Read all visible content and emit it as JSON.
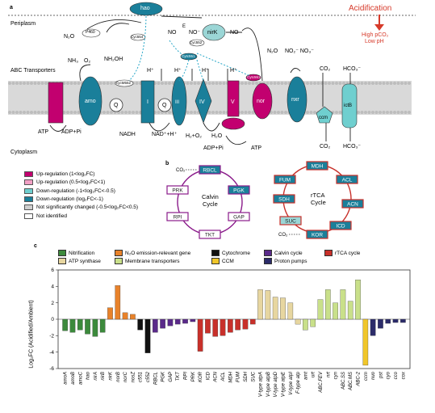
{
  "panel_a": {
    "label": "a",
    "periplasm": "Periplasm",
    "abc": "ABC Transporters",
    "cytoplasm": "Cytoplasm",
    "acidification": "Acidification",
    "high_pco2": "High pCO₂",
    "low_ph": "Low pH",
    "nodes": {
      "hao": "hao",
      "nirk": "nirK",
      "amo": "amo",
      "q1": "Q",
      "q2": "Q",
      "c1": "I",
      "c3": "III",
      "c4": "IV",
      "c5": "V",
      "nor": "nor",
      "nxr": "nxr",
      "ccm": "ccm",
      "ictb": "ictB",
      "p460": "P460",
      "cyc554": "Cyc554",
      "cyc552": "Cyc552",
      "cytc551": "Cytc551",
      "cycm552": "cycM552",
      "cytc551b": "Cytc551"
    },
    "chem": {
      "n2o_left": "N₂O",
      "no_e": "NO",
      "e": "E",
      "no_mid": "NO⁻",
      "no_right": "NO",
      "nh3": "NH₃",
      "o2": "O₂",
      "nh2oh": "NH₂OH",
      "h1": "H⁺",
      "h2": "H⁺",
      "h3": "H⁺",
      "h4": "H⁺",
      "n2o_right": "N₂O",
      "no2_no3": "NO₂⁻ NO₃⁻",
      "co2_top": "CO₂",
      "hco3_top": "HCO₃⁻",
      "atp1": "ATP",
      "adp1": "ADP+Pi",
      "nadh": "NADH",
      "nad": "NAD⁺+H⁺",
      "h2o2": "H₂+O₂",
      "h2o": "H₂O",
      "adp2": "ADP+Pi",
      "atp2": "ATP",
      "co2_bot": "CO₂",
      "hco3_bot": "HCO₃⁻"
    }
  },
  "legend_a": [
    {
      "label": "Up-regulation (1<log₂FC)",
      "color": "#c2006f"
    },
    {
      "label": "Up-regulation (0.5<log₂FC<1)",
      "color": "#f2a0c5"
    },
    {
      "label": "Down-regulation (-1<log₂FC<-0.5)",
      "color": "#6fcfcf"
    },
    {
      "label": "Down-regulation (log₂FC<-1)",
      "color": "#1a7f9a"
    },
    {
      "label": "Not significantly changed (-0.5<log₂FC<0.5)",
      "color": "#cfcfcf"
    },
    {
      "label": "Not identified",
      "color": "#ffffff"
    }
  ],
  "panel_b": {
    "label": "b",
    "calvin_title": "Calvin",
    "calvin_sub": "Cycle",
    "rtca_title": "rTCA",
    "rtca_sub": "Cycle",
    "co2_a": "CO₂",
    "co2_b": "CO₂",
    "calvin_nodes": [
      "RBCL",
      "PGK",
      "GAP",
      "TKT",
      "RPI",
      "PRK"
    ],
    "rtca_nodes": [
      "MDH",
      "ACL",
      "ACN",
      "ICD",
      "KOR",
      "SUC",
      "SDH",
      "FUM"
    ]
  },
  "panel_c": {
    "label": "c",
    "legend": [
      {
        "label": "Nitrification",
        "color": "#3c8a3c"
      },
      {
        "label": "N₂O emission-relevant gene",
        "color": "#e8822a"
      },
      {
        "label": "Cytochrome",
        "color": "#111111"
      },
      {
        "label": "Calvin cycle",
        "color": "#5a2a8a"
      },
      {
        "label": "rTCA cycle",
        "color": "#c8302a"
      },
      {
        "label": "ATP synthase",
        "color": "#e7d6a0"
      },
      {
        "label": "Membrane transporters",
        "color": "#c9e08a"
      },
      {
        "label": "CCM",
        "color": "#f0c62a"
      },
      {
        "label": "Proton pumps",
        "color": "#2c2c6a"
      }
    ]
  },
  "chart_data": {
    "type": "bar",
    "ylabel": "Log₂FC (Acidified/Ambient)",
    "ylim": [
      -6,
      6
    ],
    "yticks": [
      -6,
      -4,
      -2,
      0,
      2,
      4,
      6
    ],
    "categories": [
      "amoA",
      "amoB",
      "amoC",
      "hao",
      "nirA",
      "nirB",
      "nirK",
      "norB",
      "norC",
      "nosZ",
      "c551",
      "c552",
      "RBCL",
      "PGK",
      "GAP",
      "TKT",
      "RPI",
      "PRK",
      "KOR",
      "ICD",
      "ACN",
      "ACL",
      "MDH",
      "FUM",
      "SDH",
      "SUC",
      "V-type atpA",
      "V-type atpB",
      "V-type atpD",
      "V-type atpE",
      "V-type atpI",
      "F-type atp",
      "amt",
      "urt",
      "ABC.FEV",
      "nrt",
      "cyn",
      "ABC.SS",
      "ABC.MS",
      "ABC-2",
      "ccm",
      "nuo",
      "pst",
      "cyo",
      "cco",
      "cox"
    ],
    "groups": [
      "Nitrification",
      "Nitrification",
      "Nitrification",
      "Nitrification",
      "Nitrification",
      "Nitrification",
      "N2O",
      "N2O",
      "N2O",
      "N2O",
      "Cytochrome",
      "Cytochrome",
      "Calvin",
      "Calvin",
      "Calvin",
      "Calvin",
      "Calvin",
      "Calvin",
      "rTCA",
      "rTCA",
      "rTCA",
      "rTCA",
      "rTCA",
      "rTCA",
      "rTCA",
      "rTCA",
      "ATP",
      "ATP",
      "ATP",
      "ATP",
      "ATP",
      "ATP",
      "Membrane",
      "Membrane",
      "Membrane",
      "Membrane",
      "Membrane",
      "Membrane",
      "Membrane",
      "Membrane",
      "CCM",
      "Proton",
      "Proton",
      "Proton",
      "Proton",
      "Proton"
    ],
    "values": [
      -1.4,
      -1.6,
      -1.3,
      -1.8,
      -2.1,
      -1.6,
      1.4,
      4.1,
      0.8,
      0.6,
      -1.3,
      -4.1,
      -1.6,
      -1.1,
      -0.8,
      -0.6,
      -0.5,
      -0.3,
      -3.9,
      -1.7,
      -2.1,
      -2.0,
      -1.6,
      -1.3,
      -1.2,
      -0.6,
      3.6,
      3.5,
      2.7,
      2.6,
      2.0,
      -0.6,
      -1.3,
      -0.9,
      2.4,
      3.6,
      2.0,
      3.6,
      2.2,
      4.8,
      -5.6,
      -2.0,
      -1.1,
      -0.5,
      -0.4,
      -0.4
    ],
    "group_colors": {
      "Nitrification": "#3c8a3c",
      "N2O": "#e8822a",
      "Cytochrome": "#111111",
      "Calvin": "#5a2a8a",
      "rTCA": "#c8302a",
      "ATP": "#e7d6a0",
      "Membrane": "#c9e08a",
      "CCM": "#f0c62a",
      "Proton": "#2c2c6a"
    }
  }
}
